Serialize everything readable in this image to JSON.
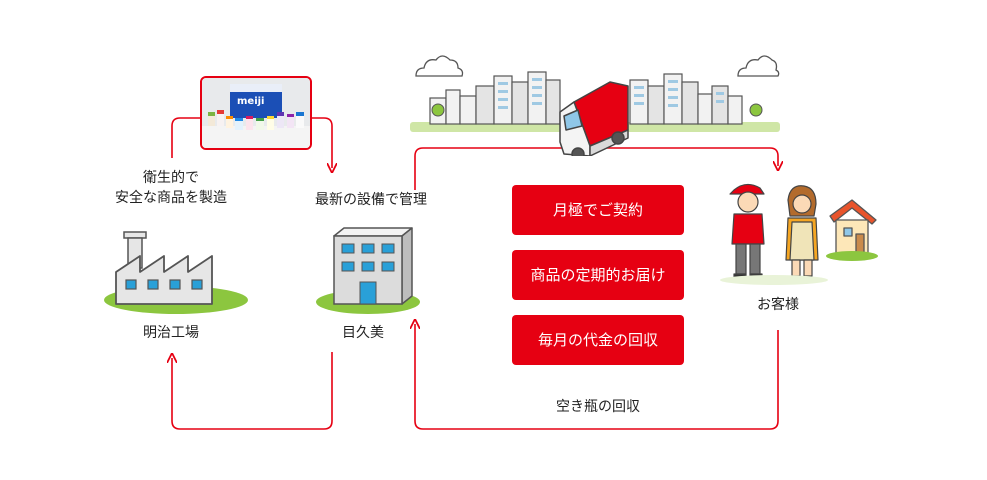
{
  "factory": {
    "caption_line1": "衛生的で",
    "caption_line2": "安全な商品を製造",
    "name": "明治工場"
  },
  "branch": {
    "caption": "最新の設備で管理",
    "name": "目久美"
  },
  "photo": {
    "box_logo": "meiji"
  },
  "services": [
    {
      "label": "月極でご契約"
    },
    {
      "label": "商品の定期的お届け"
    },
    {
      "label": "毎月の代金の回収"
    }
  ],
  "customer": {
    "name": "お客様"
  },
  "return_label": "空き瓶の回収",
  "colors": {
    "accent_red": "#e60012",
    "grass_green": "#8cc63f",
    "building_gray": "#dcdcdc"
  }
}
